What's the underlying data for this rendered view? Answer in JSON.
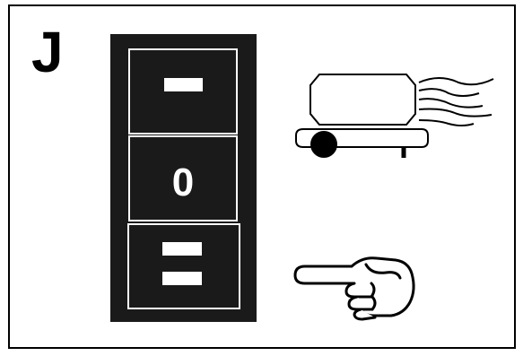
{
  "figure": {
    "panel_letter": "J"
  },
  "switch": {
    "positions": [
      {
        "name": "dash",
        "glyph": "dash"
      },
      {
        "name": "zero",
        "label": "0"
      },
      {
        "name": "double",
        "glyph": "double-bar"
      }
    ],
    "selected": "double"
  },
  "icons": {
    "machine": "air-heater-icon",
    "pointer": "pointing-hand-icon"
  },
  "colors": {
    "ink": "#000000",
    "paper": "#ffffff",
    "switch_body": "#1a1a1a"
  }
}
